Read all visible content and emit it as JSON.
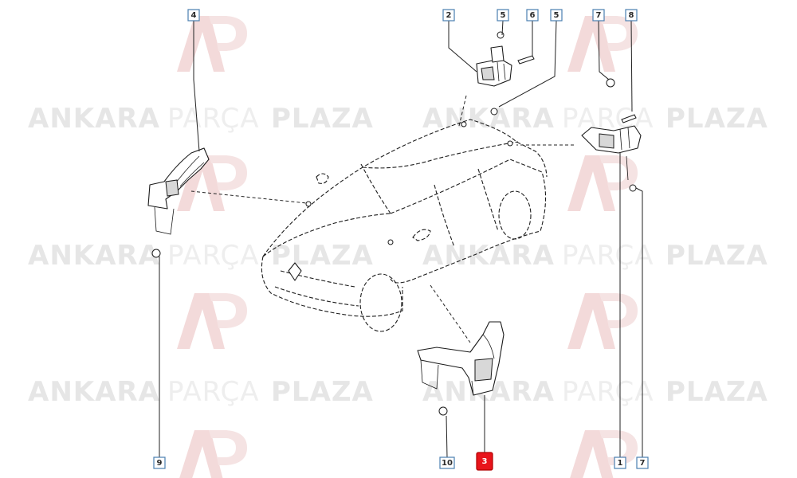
{
  "watermark": {
    "word_1": "ANKARA",
    "word_2": "PARÇA",
    "word_3": "PLAZA",
    "logo_name": "ap-logo-watermark",
    "logo_color": "#f2d6d6"
  },
  "callouts": {
    "c4": {
      "label": "4"
    },
    "c2": {
      "label": "2"
    },
    "c5a": {
      "label": "5"
    },
    "c6": {
      "label": "6"
    },
    "c5b": {
      "label": "5"
    },
    "c7a": {
      "label": "7"
    },
    "c8": {
      "label": "8"
    },
    "c9": {
      "label": "9"
    },
    "c10": {
      "label": "10"
    },
    "c3": {
      "label": "3",
      "highlighted": true
    },
    "c1": {
      "label": "1"
    },
    "c7b": {
      "label": "7"
    }
  },
  "colors": {
    "callout_border": "#4a7fb0",
    "highlight": "#e8141b",
    "line": "#222222"
  }
}
